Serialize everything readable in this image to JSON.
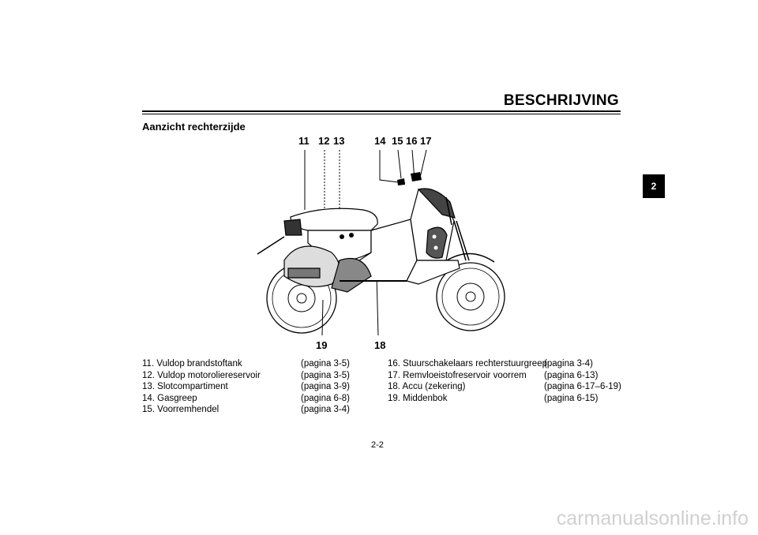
{
  "header": {
    "title": "BESCHRIJVING",
    "chapter": "2"
  },
  "section_title": "Aanzicht rechterzijde",
  "callouts": {
    "c11": "11",
    "c12": "12",
    "c13": "13",
    "c14": "14",
    "c15": "15",
    "c16": "16",
    "c17": "17",
    "c18": "18",
    "c19": "19"
  },
  "legend_left": [
    {
      "label": "11. Vuldop brandstoftank",
      "ref": "(pagina 3-5)"
    },
    {
      "label": "12. Vuldop motoroliereservoir",
      "ref": "(pagina 3-5)"
    },
    {
      "label": "13. Slotcompartiment",
      "ref": "(pagina 3-9)"
    },
    {
      "label": "14. Gasgreep",
      "ref": "(pagina 6-8)"
    },
    {
      "label": "15. Voorremhendel",
      "ref": "(pagina 3-4)"
    }
  ],
  "legend_right": [
    {
      "label": "16. Stuurschakelaars rechterstuurgreep",
      "ref": "(pagina 3-4)"
    },
    {
      "label": "17. Remvloeistofreservoir voorrem",
      "ref": "(pagina 6-13)"
    },
    {
      "label": "18. Accu (zekering)",
      "ref": "(pagina 6-17–6-19)"
    },
    {
      "label": "19. Middenbok",
      "ref": "(pagina 6-15)"
    }
  ],
  "page_number": "2-2",
  "watermark": "carmanualsonline.info"
}
